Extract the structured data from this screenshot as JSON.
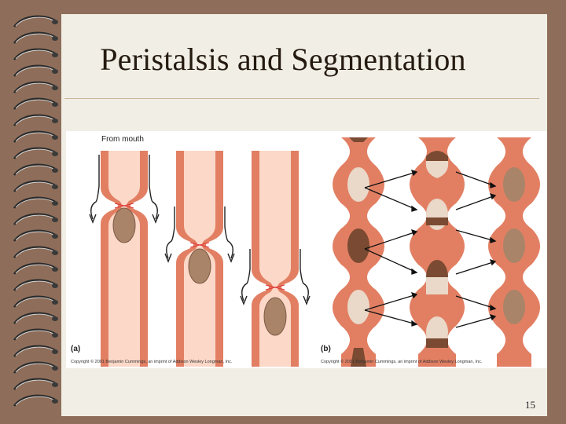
{
  "slide": {
    "title": "Peristalsis and Segmentation",
    "page_number": "15"
  },
  "figure": {
    "label_from_mouth": "From mouth",
    "label_a": "(a)",
    "label_b": "(b)",
    "copyright_a": "Copyright © 2001 Benjamin Cummings, an imprint of Addison Wesley Longman, Inc.",
    "copyright_b": "Copyright © 2001 Benjamin Cummings, an imprint of Addison Wesley Longman, Inc."
  },
  "colors": {
    "background": "#8e6e5a",
    "page": "#f1eee6",
    "wall": "#e27f63",
    "lumen": "#fbd8c8",
    "bolus": "#a98468",
    "chyme_light": "#ead8c8",
    "chyme_dark": "#7a4a32"
  }
}
